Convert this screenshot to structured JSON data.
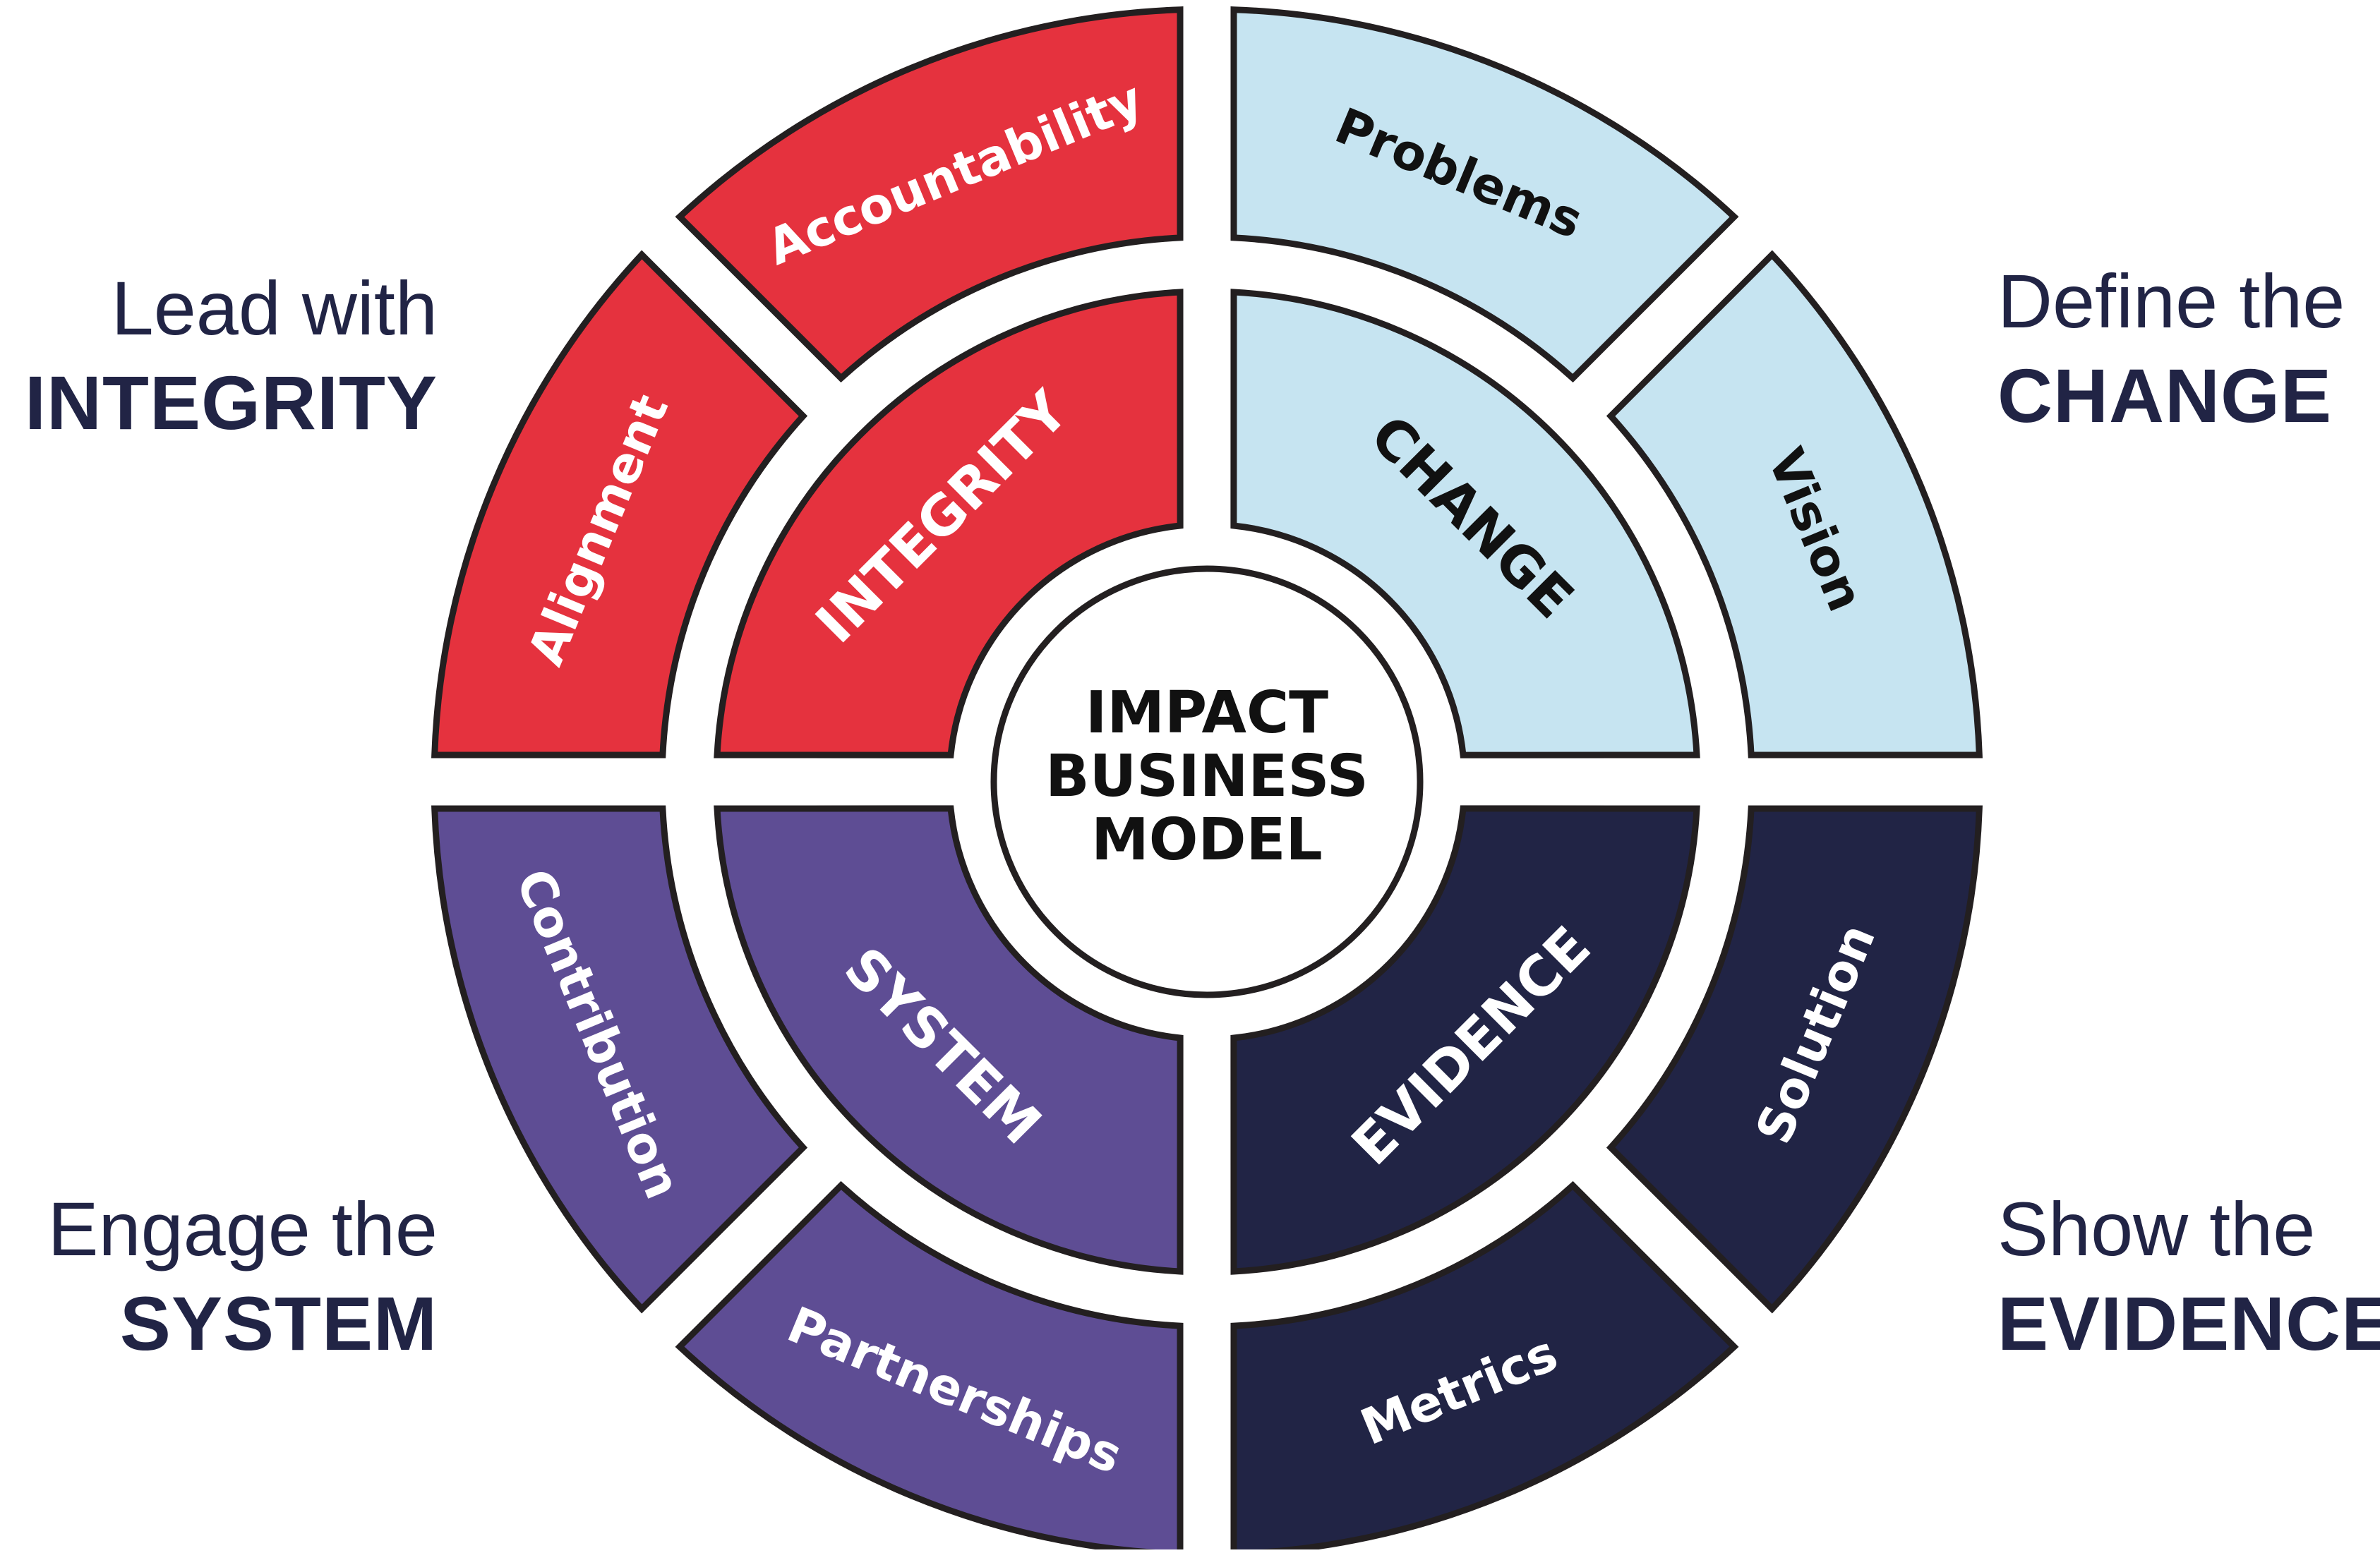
{
  "center": {
    "lines": [
      "IMPACT",
      "BUSINESS",
      "MODEL"
    ]
  },
  "colors": {
    "integrity": "#e5323e",
    "change": "#c6e4f1",
    "system": "#5e4d94",
    "evidence": "#212445",
    "outline": "#231f20",
    "corner_text": "#212445"
  },
  "quadrants": [
    {
      "id": "integrity",
      "inner_label": "INTEGRITY",
      "outer_labels": [
        "Alignment",
        "Accountability"
      ],
      "corner": {
        "line1": "Lead with",
        "line2": "INTEGRITY"
      }
    },
    {
      "id": "change",
      "inner_label": "CHANGE",
      "outer_labels": [
        "Problems",
        "Vision"
      ],
      "corner": {
        "line1": "Define the",
        "line2": "CHANGE"
      }
    },
    {
      "id": "evidence",
      "inner_label": "EVIDENCE",
      "outer_labels": [
        "Solution",
        "Metrics"
      ],
      "corner": {
        "line1": "Show the",
        "line2": "EVIDENCE"
      }
    },
    {
      "id": "system",
      "inner_label": "SYSTEM",
      "outer_labels": [
        "Partnerships",
        "Contribution"
      ],
      "corner": {
        "line1": "Engage the",
        "line2": "SYSTEM"
      }
    }
  ]
}
